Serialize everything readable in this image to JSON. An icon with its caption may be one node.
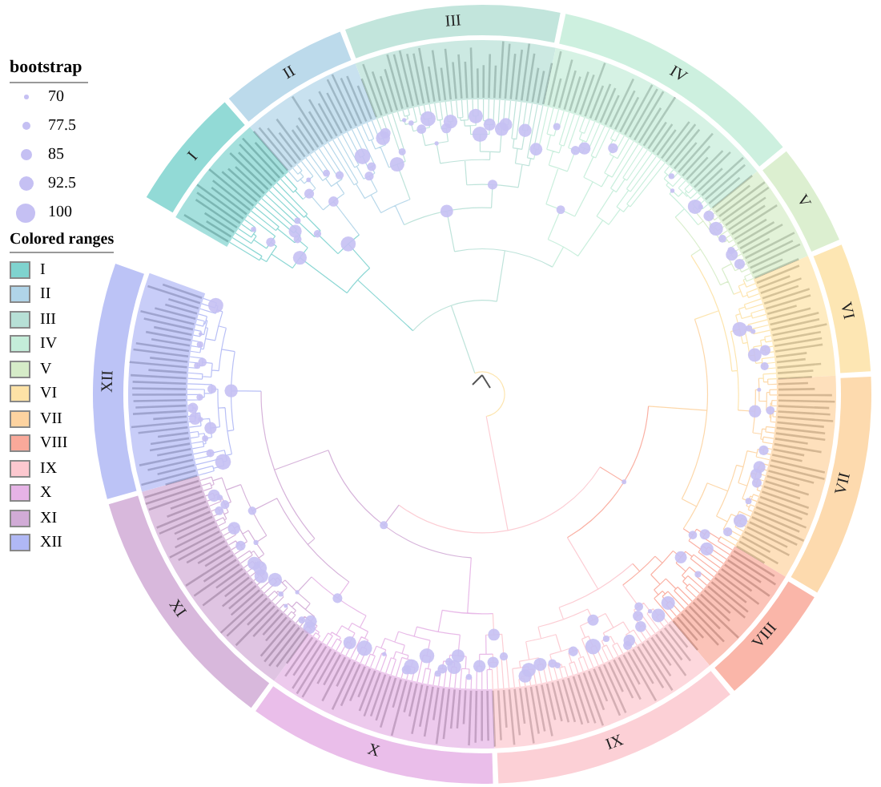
{
  "diagram": {
    "nodes": [
      {
        "text": [
          "I"
        ]
      },
      {
        "text": [
          "II"
        ]
      },
      {
        "text": [
          "III"
        ]
      },
      {
        "text": [
          "IV"
        ]
      },
      {
        "text": [
          "V"
        ]
      },
      {
        "text": [
          "VI"
        ]
      },
      {
        "text": [
          "VII"
        ]
      },
      {
        "text": [
          "VIII"
        ]
      },
      {
        "text": [
          "IX"
        ]
      },
      {
        "text": [
          "X"
        ]
      },
      {
        "text": [
          "XI"
        ]
      },
      {
        "text": [
          "XII"
        ]
      }
    ],
    "labels": [
      "bootstrap",
      "Colored ranges"
    ],
    "legend": [
      {
        "text": "70"
      },
      {
        "text": "77.5"
      },
      {
        "text": "85"
      },
      {
        "text": "92.5"
      },
      {
        "text": "100"
      },
      {
        "text": "I",
        "color": "#7fd3cf"
      },
      {
        "text": "II",
        "color": "#b0d4e8"
      },
      {
        "text": "III",
        "color": "#b7e0d6"
      },
      {
        "text": "IV",
        "color": "#c4edd9"
      },
      {
        "text": "V",
        "color": "#d6ecc8"
      },
      {
        "text": "VI",
        "color": "#fde2a6"
      },
      {
        "text": "VII",
        "color": "#fdd3a0"
      },
      {
        "text": "VIII",
        "color": "#f9a99a"
      },
      {
        "text": "IX",
        "color": "#fcc8cf"
      },
      {
        "text": "X",
        "color": "#e6b3e6"
      },
      {
        "text": "XI",
        "color": "#d1abd6"
      },
      {
        "text": "XII",
        "color": "#b0b8f5"
      }
    ]
  }
}
